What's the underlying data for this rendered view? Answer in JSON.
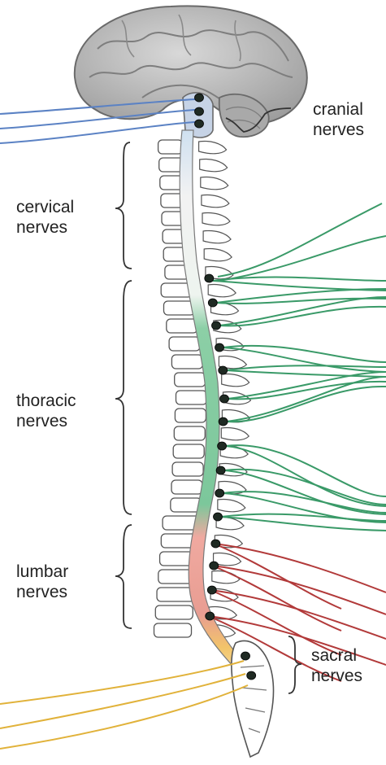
{
  "labels": {
    "cranial": [
      "cranial",
      "nerves"
    ],
    "cervical": [
      "cervical",
      "nerves"
    ],
    "thoracic": [
      "thoracic",
      "nerves"
    ],
    "lumbar": [
      "lumbar",
      "nerves"
    ],
    "sacral": [
      "sacral",
      "nerves"
    ]
  },
  "colors": {
    "cranial": "#5b82c4",
    "cervical": "#3a9a68",
    "thoracic": "#3a9a68",
    "lumbar": "#b23a3a",
    "sacral": "#e1b23a",
    "brain": "#b5b5b5",
    "bone": "#ffffff",
    "bone_stroke": "#555555",
    "ganglion": "#1f2a23"
  }
}
